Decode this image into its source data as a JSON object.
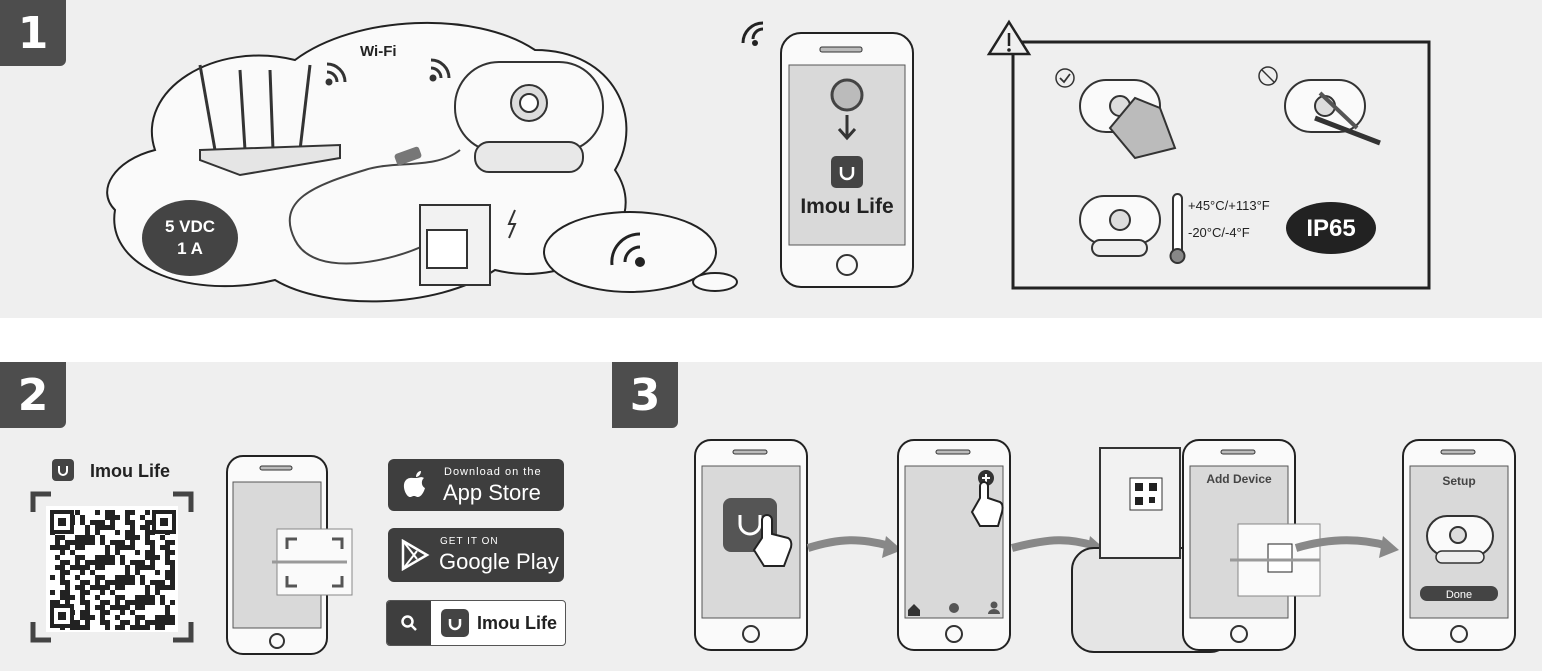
{
  "steps": {
    "one": "1",
    "two": "2",
    "three": "3"
  },
  "step1": {
    "wifi_label": "Wi-Fi",
    "power_line1": "5 VDC",
    "power_line2": "1 A",
    "app_name": "Imou Life",
    "temp_high": "+45°C/+113°F",
    "temp_low": "-20°C/-4°F",
    "rating": "IP65"
  },
  "step2": {
    "app_name": "Imou Life",
    "appstore_small": "Download on the",
    "appstore_big": "App Store",
    "googleplay_small": "GET IT ON",
    "googleplay_big": "Google Play",
    "search_app_name": "Imou Life"
  },
  "step3": {
    "add_device_title": "Add Device",
    "setup_title": "Setup",
    "done_label": "Done"
  },
  "colors": {
    "dark": "#3e3e3e",
    "panel": "#efefef",
    "screen": "#d9d9d9",
    "icon": "#666666"
  }
}
